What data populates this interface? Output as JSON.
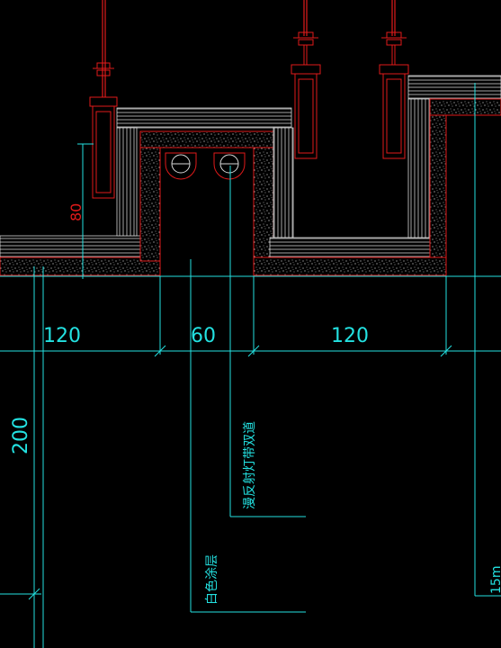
{
  "colors": {
    "background": "#000000",
    "dimension": "#23e1e1",
    "outline": "#e11a1a",
    "hatch": "#d8d8d8",
    "hanger": "#e11a1a"
  },
  "dimensions": {
    "top_left": "120",
    "top_middle": "60",
    "top_right": "120",
    "left_vertical": "200",
    "small_vertical": "80"
  },
  "notes": {
    "note_1": "漫反射灯带双道",
    "note_2": "白色涂层",
    "note_3_partial": "15m"
  }
}
